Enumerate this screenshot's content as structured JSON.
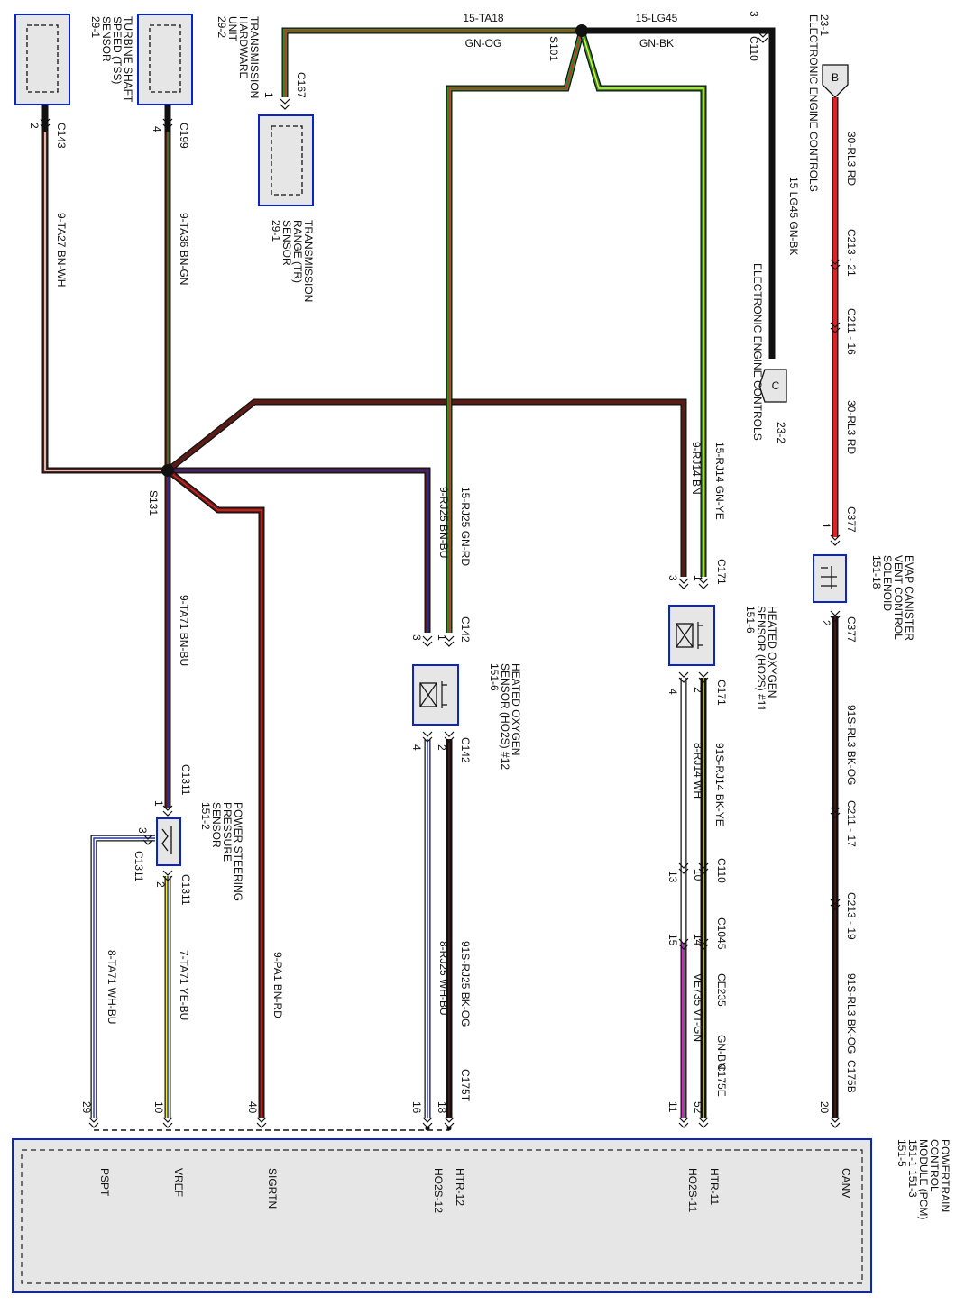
{
  "colors": {
    "black": "#111111",
    "brown": "#5a1c16",
    "red": "#e52020",
    "green": "#2f8f2f",
    "white": "#ffffff",
    "blue": "#1c2ed1",
    "yellow": "#f2ef3a",
    "violet": "#d227d2",
    "component_border": "#0b25c4",
    "component_fill": "#e6e6e6"
  },
  "components": {
    "tss": {
      "lines": [
        "TURBINE SHAFT",
        "SPEED (TSS)",
        "SENSOR",
        "29-1"
      ]
    },
    "thu": {
      "lines": [
        "TRANSMISSION",
        "HARDWARE",
        "UNIT",
        "29-2"
      ]
    },
    "tr": {
      "lines": [
        "TRANSMISSION",
        "RANGE (TR)",
        "SENSOR",
        "29-1"
      ]
    },
    "evap": {
      "lines": [
        "EVAP CANISTER",
        "VENT CONTROL",
        "SOLENOID",
        "151-18"
      ]
    },
    "ho2s11": {
      "lines": [
        "HEATED OXYGEN",
        "SENSOR (HO2S) #11",
        "151-6"
      ]
    },
    "ho2s12": {
      "lines": [
        "HEATED OXYGEN",
        "SENSOR (HO2S) #12",
        "151-6"
      ]
    },
    "pssp": {
      "lines": [
        "POWER STEERING",
        "PRESSURE",
        "SENSOR",
        "151-2"
      ]
    },
    "pcm": {
      "lines": [
        "POWERTRAIN",
        "CONTROL",
        "MODULE (PCM)",
        "151-1    151-3",
        "151-5"
      ]
    }
  },
  "references": {
    "eec_top": {
      "lines": [
        "23-1",
        "ELECTRONIC ENGINE CONTROLS"
      ]
    },
    "eec_side": {
      "lines": [
        "ELECTRONIC ENGINE CONTROLS"
      ]
    },
    "eec_c_page": "23-2",
    "flag_b": "B",
    "flag_c": "C"
  },
  "splices": {
    "s101": "S101",
    "s131": "S131"
  },
  "wires": {
    "w15ta18": {
      "circuit": "15-TA18",
      "color": "GN-OG"
    },
    "w15lg45": {
      "circuit": "15-LG45",
      "color": "GN-BK"
    },
    "w15lg45v": "15 LG45  GN-BK",
    "w9ta27": "9-TA27    BN-WH",
    "w9ta36": "9-TA36    BN-GN",
    "w9ta71": "9-TA71     BN-BU",
    "w9rj25": "9-RJ25    BN-BU",
    "w15rj25": "15-RJ25   GN-RD",
    "w9rj14": "9-RJ14    BN",
    "w15rj14": "15-RJ14   GN-YE",
    "w30rl3a": "30-RL3      RD",
    "w30rl3b": "30-RL3      RD",
    "w91srl3a": "91S-RL3    BK-OG",
    "w91srl3b": "91S-RL3  BK-OG",
    "w91srj14": "91S-RJ14   BK-YE",
    "w8rj14": "8-RJ14      WH",
    "w91srj25": "91S-RJ25    BK-OG",
    "w8rj25": "8-RJ25      WH-BU",
    "w9pa1": "9-PA1         BN-RD",
    "w7ta71": "7-TA71      YE-BU",
    "w8ta71": "8-TA71      WH-BU",
    "wve735": "VE735     VT-GN",
    "wge": "GN-BN"
  },
  "connectors": {
    "c110_top": "C110",
    "c110_top_pin": "3",
    "c167": "C167",
    "c167_pin": "1",
    "c143": "C143",
    "c143_pin": "2",
    "c199": "C199",
    "c199_pin": "4",
    "c213_21": "C213 - 21",
    "c211_16": "C211 - 16",
    "c377a": "C377",
    "c377a_pin": "1",
    "c377b": "C377",
    "c377b_pin": "2",
    "c211_17": "C211 - 17",
    "c213_19": "C213 - 19",
    "c175b": "C175B",
    "c175b_pin": "20",
    "c171a": "C171",
    "c171a_pin1": "1",
    "c171a_pin3": "3",
    "c171b": "C171",
    "c171b_pin2": "2",
    "c171b_pin4": "4",
    "c110b": "C110",
    "c110b_p10": "10",
    "c110b_p13": "13",
    "c1045": "C1045",
    "c1045_p14": "14",
    "c1045_p15": "15",
    "ce235": "CE235",
    "c175e": "C175E",
    "c175e_p52": "52",
    "c175e_p11": "11",
    "c142a": "C142",
    "c142a_p1": "1",
    "c142a_p3": "3",
    "c142b": "C142",
    "c142b_p2": "2",
    "c142b_p4": "4",
    "c175t": "C175T",
    "c175t_p18": "18",
    "c175t_p16": "16",
    "c1311a": "C1311",
    "c1311a_p1": "1",
    "c1311b": "C1311",
    "c1311b_p3": "3",
    "c1311c": "C1311",
    "c1311c_p2": "2",
    "pcm_p40": "40",
    "pcm_p10": "10",
    "pcm_p29": "29"
  },
  "pins": {
    "canv": "CANV",
    "htr11": "HTR-11",
    "ho2s11": "HO2S-11",
    "htr12": "HTR-12",
    "ho2s12": "HO2S-12",
    "sigrtn": "SIGRTN",
    "vref": "VREF",
    "pspt": "PSPT"
  }
}
